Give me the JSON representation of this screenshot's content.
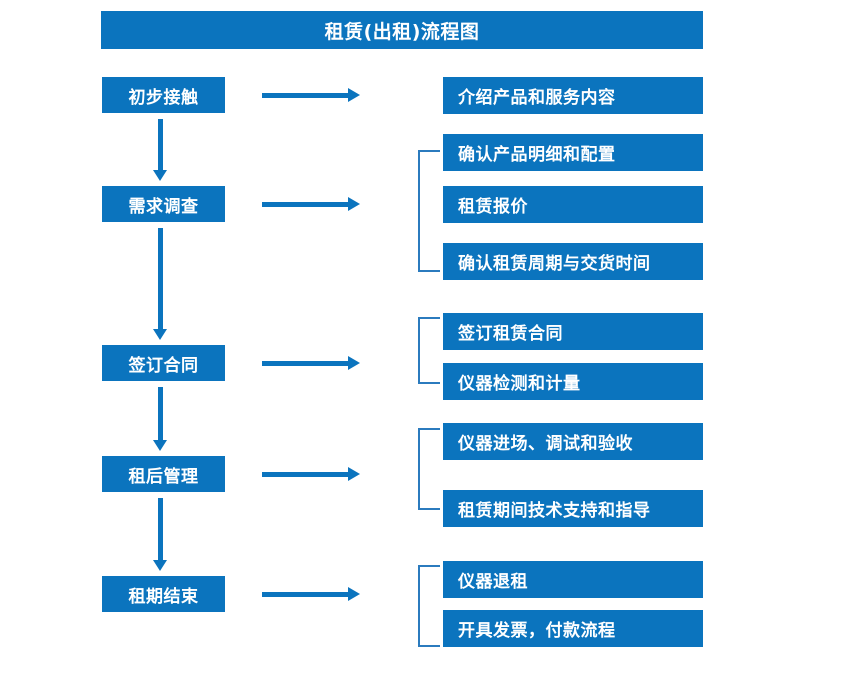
{
  "chart_data": {
    "type": "diagram",
    "diagram_type": "flowchart",
    "title": "租赁(出租)流程图",
    "orientation": "vertical-stages-with-branches",
    "stages": [
      {
        "stage": "初步接触",
        "details": [
          "介绍产品和服务内容"
        ],
        "bracketed": false
      },
      {
        "stage": "需求调查",
        "details": [
          "确认产品明细和配置",
          "租赁报价",
          "确认租赁周期与交货时间"
        ],
        "bracketed": true
      },
      {
        "stage": "签订合同",
        "details": [
          "签订租赁合同",
          "仪器检测和计量"
        ],
        "bracketed": true
      },
      {
        "stage": "租后管理",
        "details": [
          "仪器进场、调试和验收",
          "租赁期间技术支持和指导"
        ],
        "bracketed": true
      },
      {
        "stage": "租期结束",
        "details": [
          "仪器退租",
          "开具发票，付款流程"
        ],
        "bracketed": true
      }
    ]
  },
  "header": {
    "title": "租赁(出租)流程图"
  },
  "colors": {
    "box_fill": "#0B74BE",
    "box_text": "#FFFFFF",
    "arrow": "#0B74BE",
    "bracket": "#2B7BBE",
    "background": "#FFFFFF"
  },
  "flow": {
    "stages": [
      {
        "id": "stage-1",
        "label": "初步接触"
      },
      {
        "id": "stage-2",
        "label": "需求调查"
      },
      {
        "id": "stage-3",
        "label": "签订合同"
      },
      {
        "id": "stage-4",
        "label": "租后管理"
      },
      {
        "id": "stage-5",
        "label": "租期结束"
      }
    ],
    "details": [
      {
        "id": "detail-1",
        "label": "介绍产品和服务内容"
      },
      {
        "id": "detail-2",
        "label": "确认产品明细和配置"
      },
      {
        "id": "detail-3",
        "label": "租赁报价"
      },
      {
        "id": "detail-4",
        "label": "确认租赁周期与交货时间"
      },
      {
        "id": "detail-5",
        "label": "签订租赁合同"
      },
      {
        "id": "detail-6",
        "label": "仪器检测和计量"
      },
      {
        "id": "detail-7",
        "label": "仪器进场、调试和验收"
      },
      {
        "id": "detail-8",
        "label": "租赁期间技术支持和指导"
      },
      {
        "id": "detail-9",
        "label": "仪器退租"
      },
      {
        "id": "detail-10",
        "label": "开具发票，付款流程"
      }
    ]
  }
}
